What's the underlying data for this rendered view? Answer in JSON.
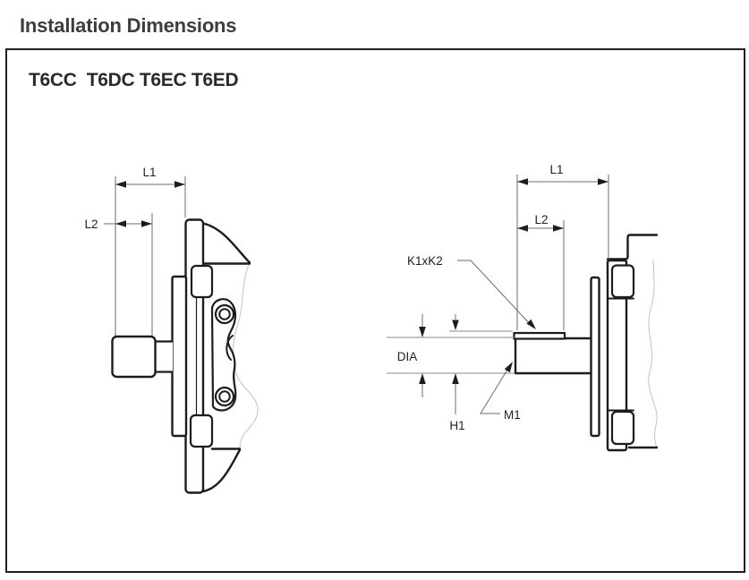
{
  "page": {
    "title": "Installation Dimensions"
  },
  "panel": {
    "series_title": "T6CC  T6DC T6EC T6ED"
  },
  "drawings": {
    "left": {
      "dims": {
        "l1": "L1",
        "l2": "L2"
      }
    },
    "right": {
      "dims": {
        "l1": "L1",
        "l2": "L2",
        "key": "K1xK2",
        "dia": "DIA",
        "h1": "H1",
        "m1": "M1"
      }
    }
  },
  "colors": {
    "outline": "#1c1c1c",
    "dim_line": "#6e6e6e",
    "break_line": "#c2c2c2",
    "title_text": "#3d3d3d",
    "panel_border": "#1f1f1f"
  }
}
